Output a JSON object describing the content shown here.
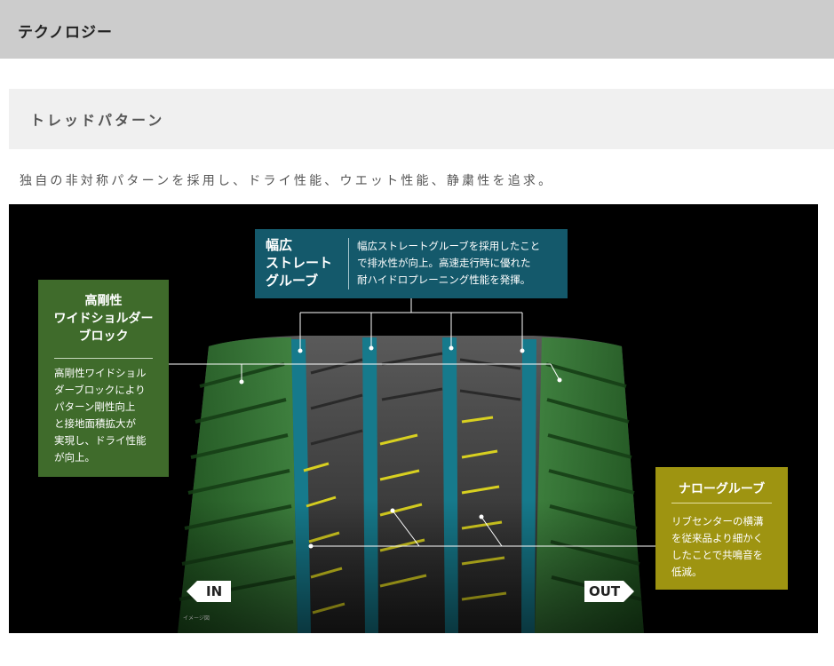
{
  "header": {
    "title": "テクノロジー"
  },
  "section": {
    "title": "トレッドパターン"
  },
  "description": "独自の非対称パターンを採用し、ドライ性能、ウエット性能、静粛性を追求。",
  "figure": {
    "callouts": {
      "wide_groove": {
        "title_lines": [
          "幅広",
          "ストレート",
          "グルーブ"
        ],
        "text_lines": [
          "幅広ストレートグルーブを採用したこと",
          "で排水性が向上。高速走行時に優れた",
          "耐ハイドロプレーニング性能を発揮。"
        ],
        "color": "#14596b"
      },
      "shoulder_block": {
        "title_lines": [
          "高剛性",
          "ワイドショルダー",
          "ブロック"
        ],
        "text_lines": [
          "高剛性ワイドショル",
          "ダーブロックにより",
          "パターン剛性向上",
          "と接地面積拡大が",
          "実現し、ドライ性能",
          "が向上。"
        ],
        "color": "#3f6b2b"
      },
      "narrow_groove": {
        "title": "ナローグルーブ",
        "text_lines": [
          "リブセンターの横溝",
          "を従来品より細かく",
          "したことで共鳴音を",
          "低減。"
        ],
        "color": "#9e9411"
      }
    },
    "labels": {
      "in": "IN",
      "out": "OUT"
    },
    "note": "イメージ図"
  }
}
